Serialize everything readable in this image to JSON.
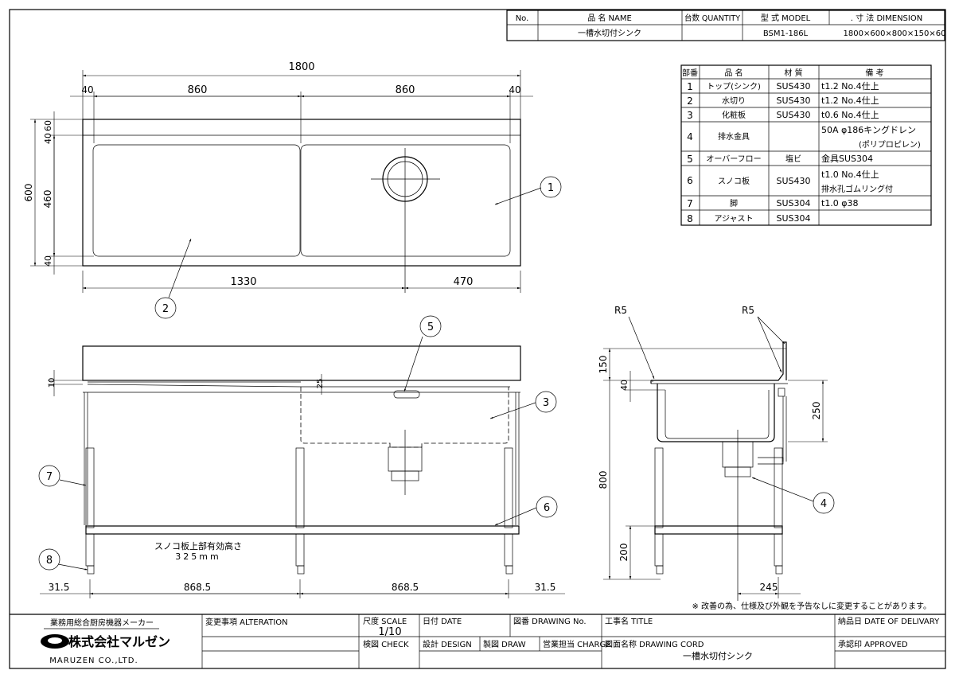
{
  "title_block": {
    "no_header": "No.",
    "name_header": "品 名 NAME",
    "qty_header": "台数 QUANTITY",
    "model_header": "型 式 MODEL",
    "dim_header": ". 寸 法 DIMENSION",
    "name_value": "一槽水切付シンク",
    "model_value": "BSM1-186L",
    "dim_value": "1800×600×800×150×60"
  },
  "parts_table": {
    "headers": [
      "部番",
      "品 名",
      "材 質",
      "備 考"
    ],
    "rows": [
      {
        "no": "1",
        "name": "トップ(シンク)",
        "material": "SUS430",
        "note1": "t1.2 No.4仕上",
        "note2": ""
      },
      {
        "no": "2",
        "name": "水切り",
        "material": "SUS430",
        "note1": "t1.2 No.4仕上",
        "note2": ""
      },
      {
        "no": "3",
        "name": "化粧板",
        "material": "SUS430",
        "note1": "t0.6 No.4仕上",
        "note2": ""
      },
      {
        "no": "4",
        "name": "排水金具",
        "material": "",
        "note1": "50A φ186キングドレン",
        "note2": "(ポリプロピレン)"
      },
      {
        "no": "5",
        "name": "オーバーフロー",
        "material": "塩ビ",
        "note1": "金具SUS304",
        "note2": ""
      },
      {
        "no": "6",
        "name": "スノコ板",
        "material": "SUS430",
        "note1": "t1.0 No.4仕上",
        "note2": "排水孔ゴムリング付"
      },
      {
        "no": "7",
        "name": "脚",
        "material": "SUS304",
        "note1": "t1.0 φ38",
        "note2": ""
      },
      {
        "no": "8",
        "name": "アジャスト",
        "material": "SUS304",
        "note1": "",
        "note2": ""
      }
    ]
  },
  "plan_dims": {
    "total": "1800",
    "left_margin": "40",
    "left_width": "860",
    "right_width": "860",
    "right_margin": "40",
    "depth": "600",
    "top_40": "40",
    "top_60": "60",
    "inner_460": "460",
    "bottom_40": "40",
    "bottom_left": "1330",
    "bottom_right": "470"
  },
  "front_dims": {
    "top_10": "10",
    "inner_25": "25",
    "leg_left_margin": "31.5",
    "span_left": "868.5",
    "span_right": "868.5",
    "leg_right_margin": "31.5",
    "shelf_note_line1": "スノコ板上部有効高さ",
    "shelf_note_line2": "325mm"
  },
  "side_dims": {
    "r5_left": "R5",
    "r5_right": "R5",
    "h150": "150",
    "h40": "40",
    "h250": "250",
    "h800": "800",
    "h200": "200",
    "w245": "245"
  },
  "callouts": [
    "1",
    "2",
    "3",
    "4",
    "5",
    "6",
    "7",
    "8"
  ],
  "footnote": "※ 改善の為、仕様及び外観を予告なしに変更することがあります。",
  "footer": {
    "maker_line": "業務用総合厨房機器メーカー",
    "company": "株式会社マルゼン",
    "company_en": "MARUZEN CO.,LTD.",
    "alteration": "変更事項 ALTERATION",
    "scale_label": "尺度 SCALE",
    "scale_value": "1/10",
    "date_label": "日付 DATE",
    "drawing_no_label": "図番 DRAWING No.",
    "title_label": "工事名 TITLE",
    "delivery_label": "納品日 DATE OF DELIVARY",
    "check_label": "検図 CHECK",
    "design_label": "設計 DESIGN",
    "draw_label": "製図 DRAW",
    "charge_label": "営業担当 CHARGE",
    "drawing_cord_label": "図面名称 DRAWING CORD",
    "drawing_cord_value": "一槽水切付シンク",
    "approved_label": "承認印 APPROVED"
  }
}
